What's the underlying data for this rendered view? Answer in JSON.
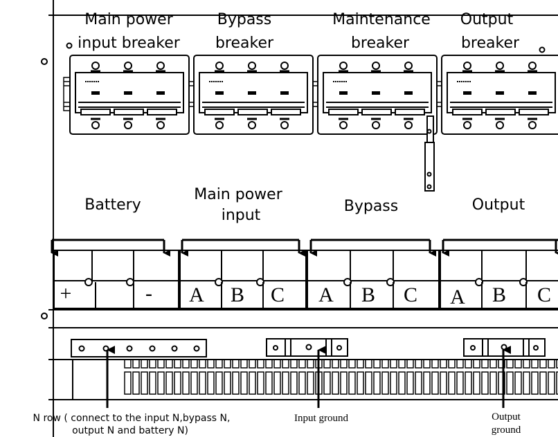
{
  "breakers": [
    {
      "line1": "Main power",
      "line2": "input breaker"
    },
    {
      "line1": "Bypass",
      "line2": "breaker"
    },
    {
      "line1": "Maintenance",
      "line2": "breaker"
    },
    {
      "line1": "Output",
      "line2": "breaker"
    }
  ],
  "groups": [
    {
      "line1": "Battery",
      "line2": ""
    },
    {
      "line1": "Main power",
      "line2": "input"
    },
    {
      "line1": "Bypass",
      "line2": ""
    },
    {
      "line1": "Output",
      "line2": ""
    }
  ],
  "terminals": {
    "battery": [
      "+",
      "-"
    ],
    "main": [
      "A",
      "B",
      "C"
    ],
    "bypass": [
      "A",
      "B",
      "C"
    ],
    "output": [
      "A",
      "B",
      "C"
    ]
  },
  "callouts": {
    "n_row_line1": "N row ( connect to the input N,bypass N,",
    "n_row_line2": "output N and battery N)",
    "input_ground": "Input ground",
    "output_ground_line1": "Output",
    "output_ground_line2": "ground"
  }
}
